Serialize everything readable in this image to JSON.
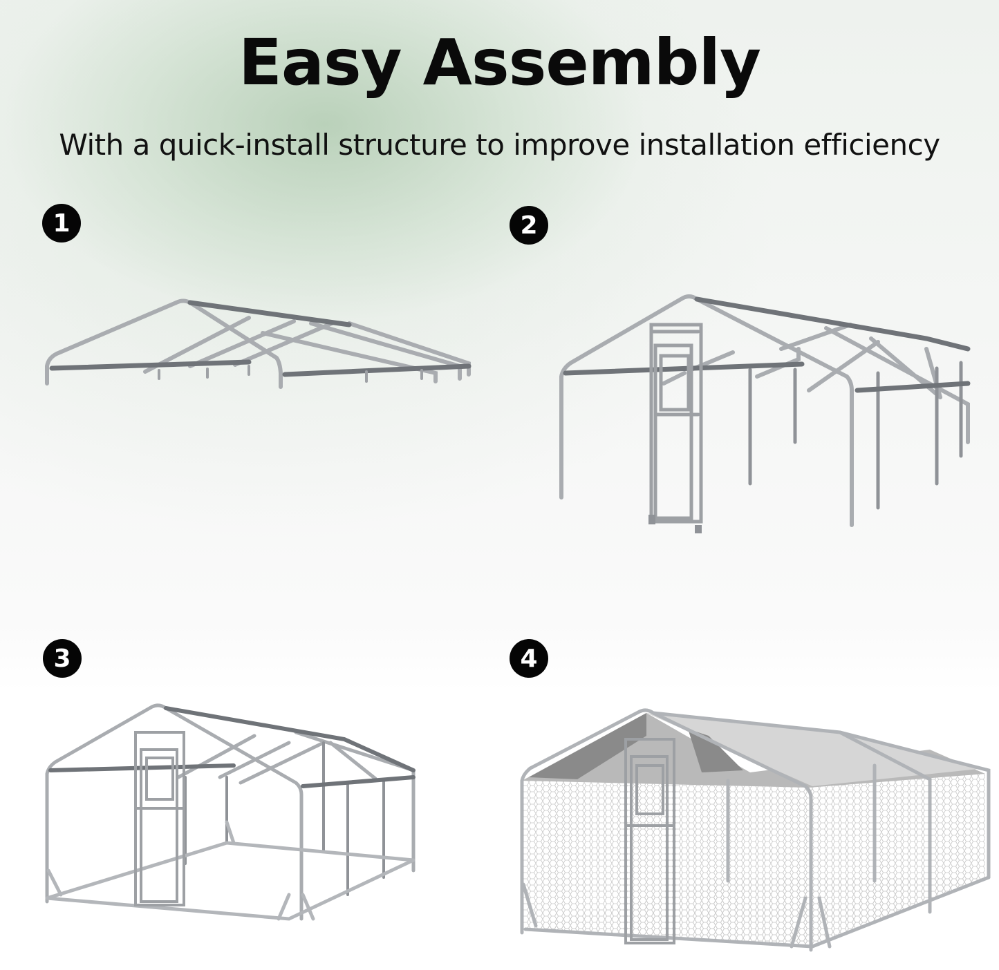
{
  "header": {
    "title": "Easy Assembly",
    "subtitle": "With a quick-install structure to improve installation efficiency"
  },
  "steps": [
    {
      "number": "1",
      "illustration": "roof-frame-only"
    },
    {
      "number": "2",
      "illustration": "frame-with-legs-and-door"
    },
    {
      "number": "3",
      "illustration": "full-frame-with-base"
    },
    {
      "number": "4",
      "illustration": "completed-coop-with-mesh-and-cover"
    }
  ],
  "colors": {
    "badge": "#050505",
    "pipe": "#b9bcc0",
    "pipe_dark": "#6e7176",
    "cover": "#d4d4d4",
    "mesh": "#c8c8c8",
    "background_tint": "#b8ccb8"
  }
}
